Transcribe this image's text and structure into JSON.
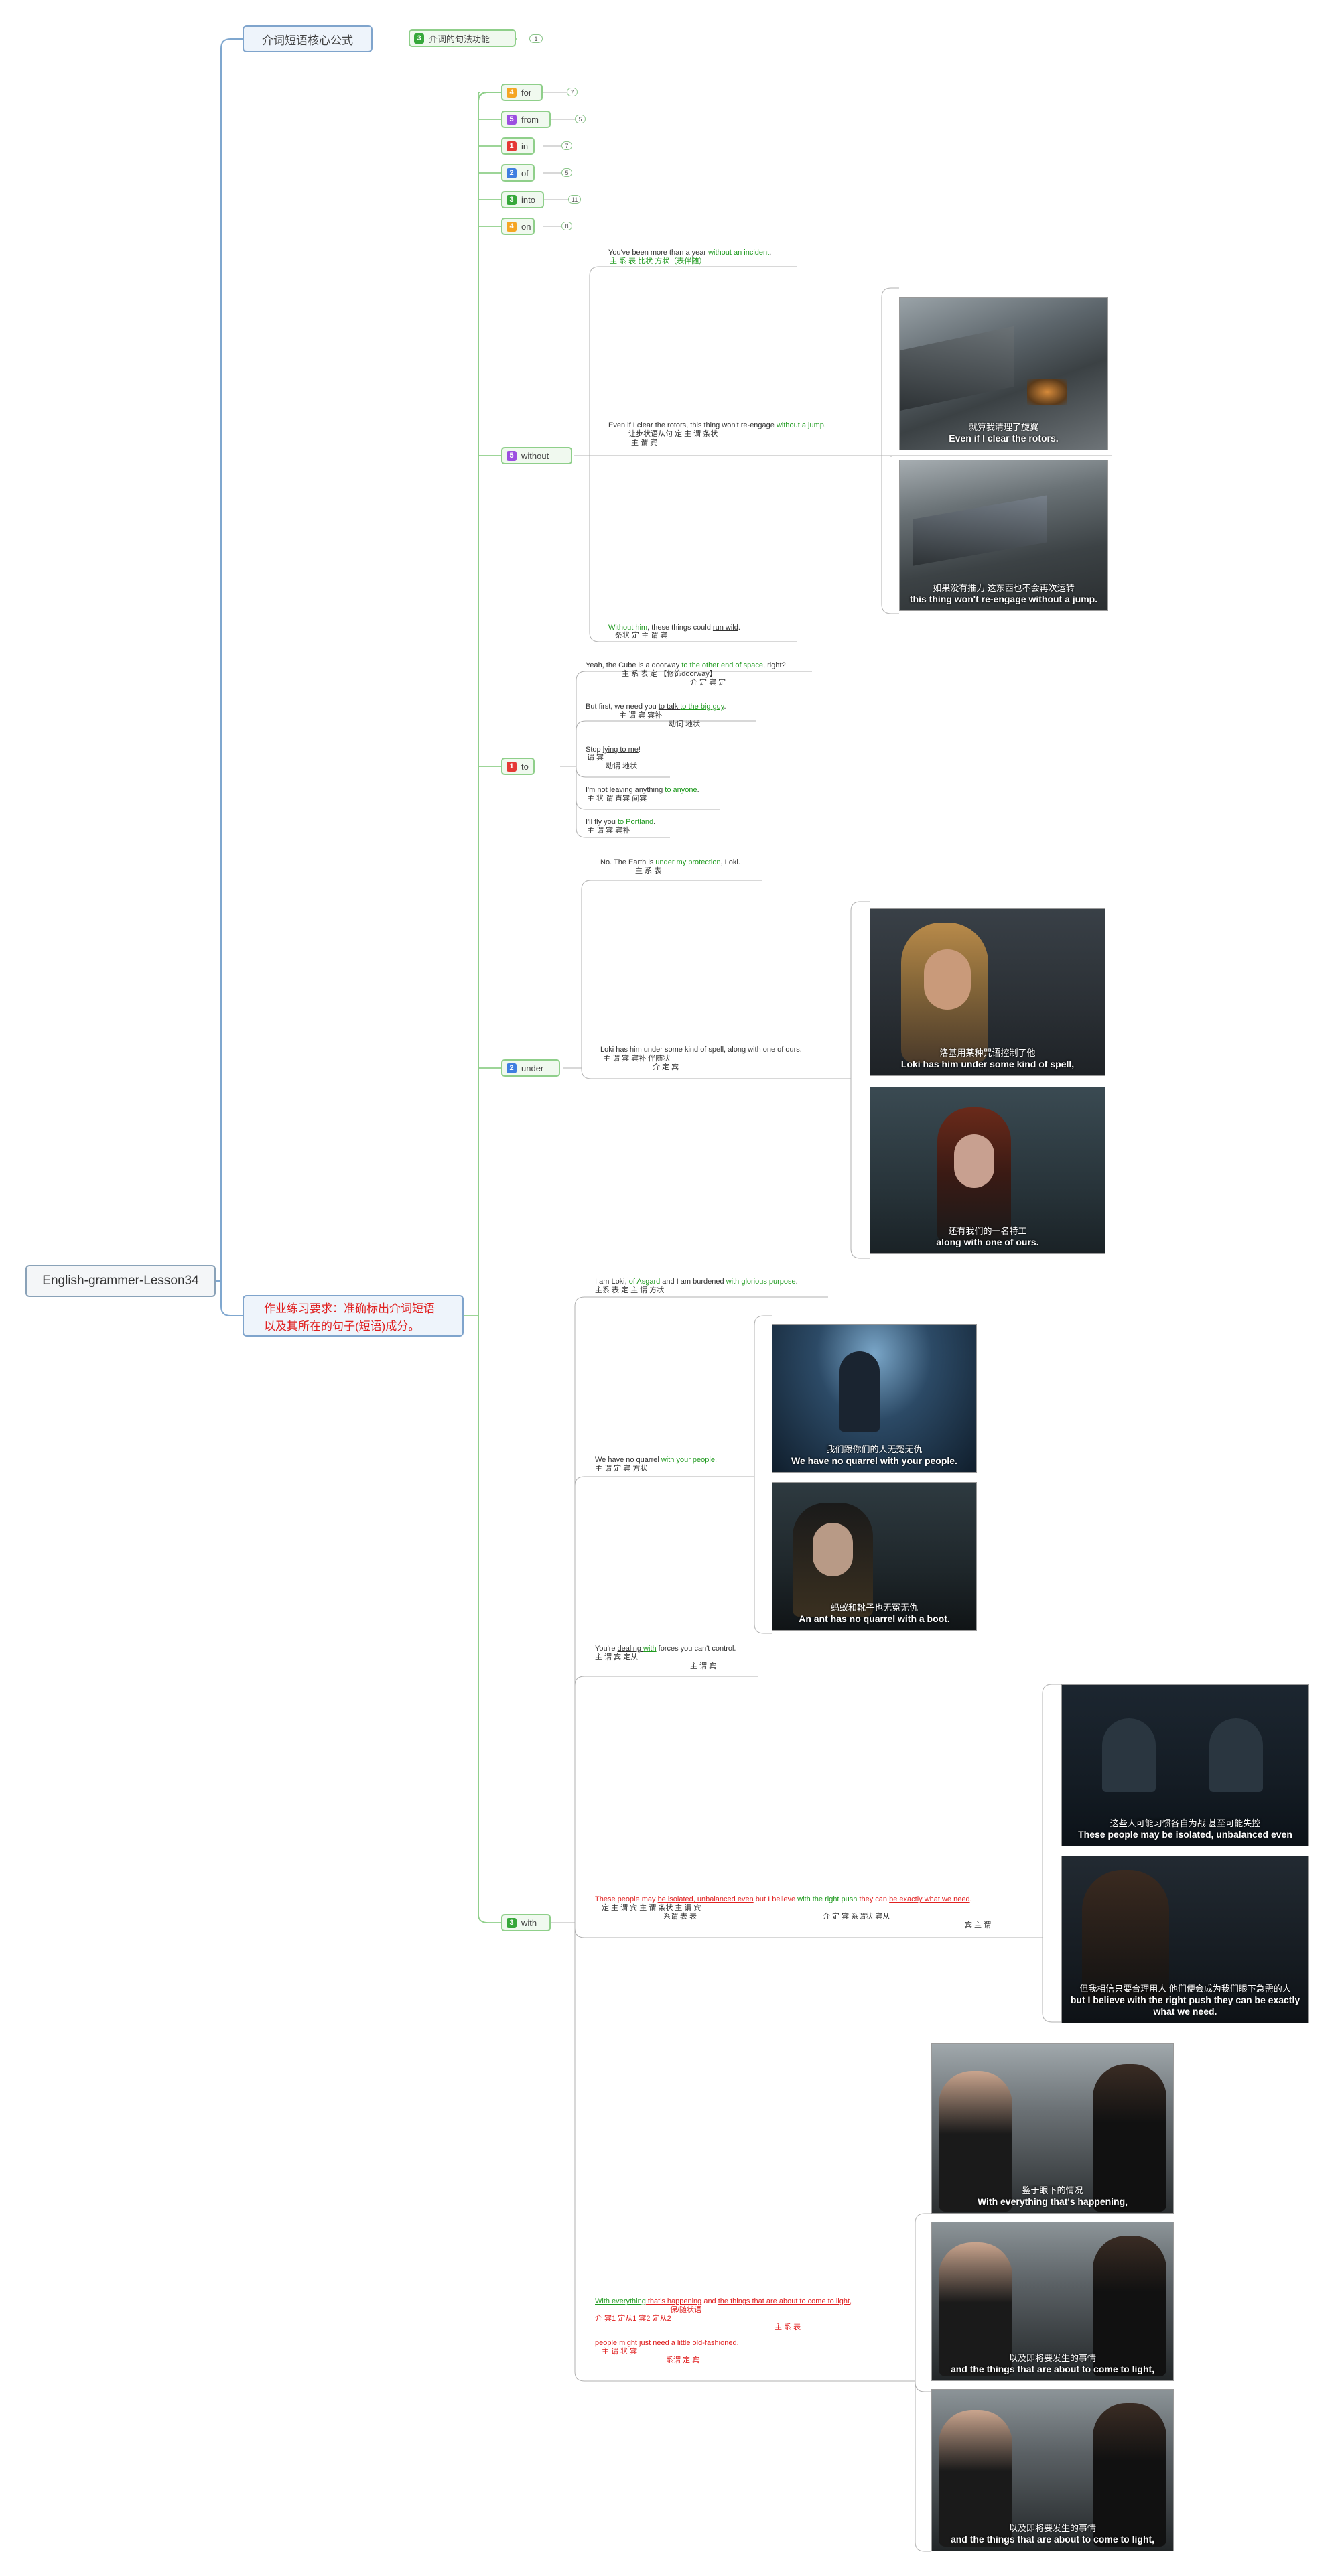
{
  "root": {
    "label": "English-grammer-Lesson34"
  },
  "formula": {
    "label": "介词短语核心公式",
    "child": {
      "priority": "3",
      "label": "介词的句法功能",
      "count": "1"
    }
  },
  "homework": {
    "line1": "作业练习要求：准确标出介词短语",
    "line2": "以及其所在的句子(短语)成分。"
  },
  "colors": {
    "p1": "#e53935",
    "p2": "#3f7fe0",
    "p3": "#37a83b",
    "p4": "#f5a623",
    "p5": "#9c4fe0"
  },
  "branches": [
    {
      "label": "for",
      "priority": "4",
      "count": "7"
    },
    {
      "label": "from",
      "priority": "5",
      "count": "5"
    },
    {
      "label": "in",
      "priority": "1",
      "count": "7"
    },
    {
      "label": "of",
      "priority": "2",
      "count": "5"
    },
    {
      "label": "into",
      "priority": "3",
      "count": "11"
    },
    {
      "label": "on",
      "priority": "4",
      "count": "8"
    },
    {
      "label": "without",
      "priority": "5"
    },
    {
      "label": "to",
      "priority": "1"
    },
    {
      "label": "under",
      "priority": "2"
    },
    {
      "label": "with",
      "priority": "3"
    }
  ],
  "without": {
    "s1": {
      "a": "You've been more than a year ",
      "b": "without an incident",
      "c": ".",
      "ann": "主      系      表           比状          方状（表伴随）"
    },
    "s2": {
      "a": "Even if I clear the rotors, this thing won't re-engage ",
      "b": "without a jump",
      "c": ".",
      "ann1": "让步状语从句         定  主                    谓                       条状",
      "ann2": "主  谓      宾"
    },
    "s3": {
      "a": "Without him",
      "b": ", these things could ",
      "c": "run wild",
      "d": ".",
      "ann": "条状                定     主     谓              宾"
    },
    "img1": {
      "zh": "就算我清理了旋翼",
      "en": "Even if I clear the rotors."
    },
    "img2": {
      "zh": "如果没有推力 这东西也不会再次运转",
      "en": "this thing won't re-engage without a jump."
    }
  },
  "to": {
    "s1": {
      "a": "Yeah, the Cube is a doorway ",
      "b": "to the other end of space",
      "c": ", right?",
      "ann1": "主      系      表                定      【修饰doorway】",
      "ann2": "介         定       宾           定"
    },
    "s2": {
      "a": "But first, we need you ",
      "b": "to talk ",
      "c": "to the big guy",
      "d": ".",
      "ann1": "主   谓  宾                宾补",
      "ann2": "动词     地状"
    },
    "s3": {
      "a": "Stop ",
      "b": "lying to me",
      "c": "!",
      "ann1": "谓           宾",
      "ann2": "动谓  地状"
    },
    "s4": {
      "a": "I'm not leaving anything ",
      "b": "to anyone",
      "c": ".",
      "ann": "主  状      谓          直宾           间宾"
    },
    "s5": {
      "a": "I'll fly you ",
      "b": "to Portland",
      "c": ".",
      "ann": "主  谓  宾           宾补"
    }
  },
  "under": {
    "s1": {
      "a": "No. The Earth is ",
      "b": "under my protection",
      "c": ", Loki.",
      "ann": "主    系      表"
    },
    "s2": {
      "a": "Loki has him under some kind of spell, along with one of ours.",
      "ann1": "主    谓  宾          宾补                                    伴随状",
      "ann2": "介            定          宾"
    },
    "img1": {
      "zh": "洛基用某种咒语控制了他",
      "en": "Loki has him under some kind of spell,"
    },
    "img2": {
      "zh": "还有我们的一名特工",
      "en": "along with one of ours."
    }
  },
  "with": {
    "s1": {
      "a": "I am Loki, ",
      "b": "of Asgard",
      "c": " and I am burdened ",
      "d": "with glorious purpose",
      "e": ".",
      "ann": "主系 表        定              主         谓                方状"
    },
    "s2": {
      "a": "We have no quarrel ",
      "b": "with your people",
      "c": ".",
      "ann": "主  谓    定   宾          方状"
    },
    "s3": {
      "a": "You're ",
      "b": "dealing ",
      "c": "with",
      "d": " forces you can't control.",
      "ann1": "主          谓                  宾         定从",
      "ann2": "主     谓      宾"
    },
    "s4": {
      "a": "These people may ",
      "b": "be isolated, unbalanced even",
      "c": " but I believe ",
      "d": "with the right push",
      "e": " they can ",
      "f": "be exactly what we need",
      "g": ".",
      "ann1": "定      主           谓                          宾                    主      谓             条状            主  谓            宾",
      "ann2": "系谓         表            表",
      "ann3": "介       定      宾                               系谓状          宾从",
      "ann4": "宾     主   谓"
    },
    "s5": {
      "a": "With everything",
      "b": " that's happening",
      "c": " and ",
      "d": "the things that are about to come to light",
      "e": ",",
      "ann1": "保/随状语",
      "ann2": "介          宾1                  定从1                        宾2                     定从2",
      "ann3": "主   系               表"
    },
    "s6": {
      "a": "people might just need ",
      "b": "a little old-fashioned",
      "c": ".",
      "ann1": "主     谓     状             宾",
      "ann2": "系谓    定        宾"
    },
    "img1": {
      "zh": "我们跟你们的人无冤无仇",
      "en": "We have no quarrel with your people."
    },
    "img2": {
      "zh": "蚂蚁和靴子也无冤无仇",
      "en": "An ant has no quarrel with a boot."
    },
    "img3": {
      "zh": "这些人可能习惯各自为战 甚至可能失控",
      "en": "These people may be isolated, unbalanced even"
    },
    "img4": {
      "zh": "但我相信只要合理用人 他们便会成为我们眼下急需的人",
      "en": "but I believe with the right push they can be exactly what we need."
    },
    "img5": {
      "zh": "鉴于眼下的情况",
      "en": "With everything that's happening,"
    },
    "img6": {
      "zh": "以及即将要发生的事情",
      "en": "and the things that are about to come to light,"
    },
    "img7": {
      "zh": "以及即将要发生的事情",
      "en": "and the things that are about to come to light,"
    }
  }
}
